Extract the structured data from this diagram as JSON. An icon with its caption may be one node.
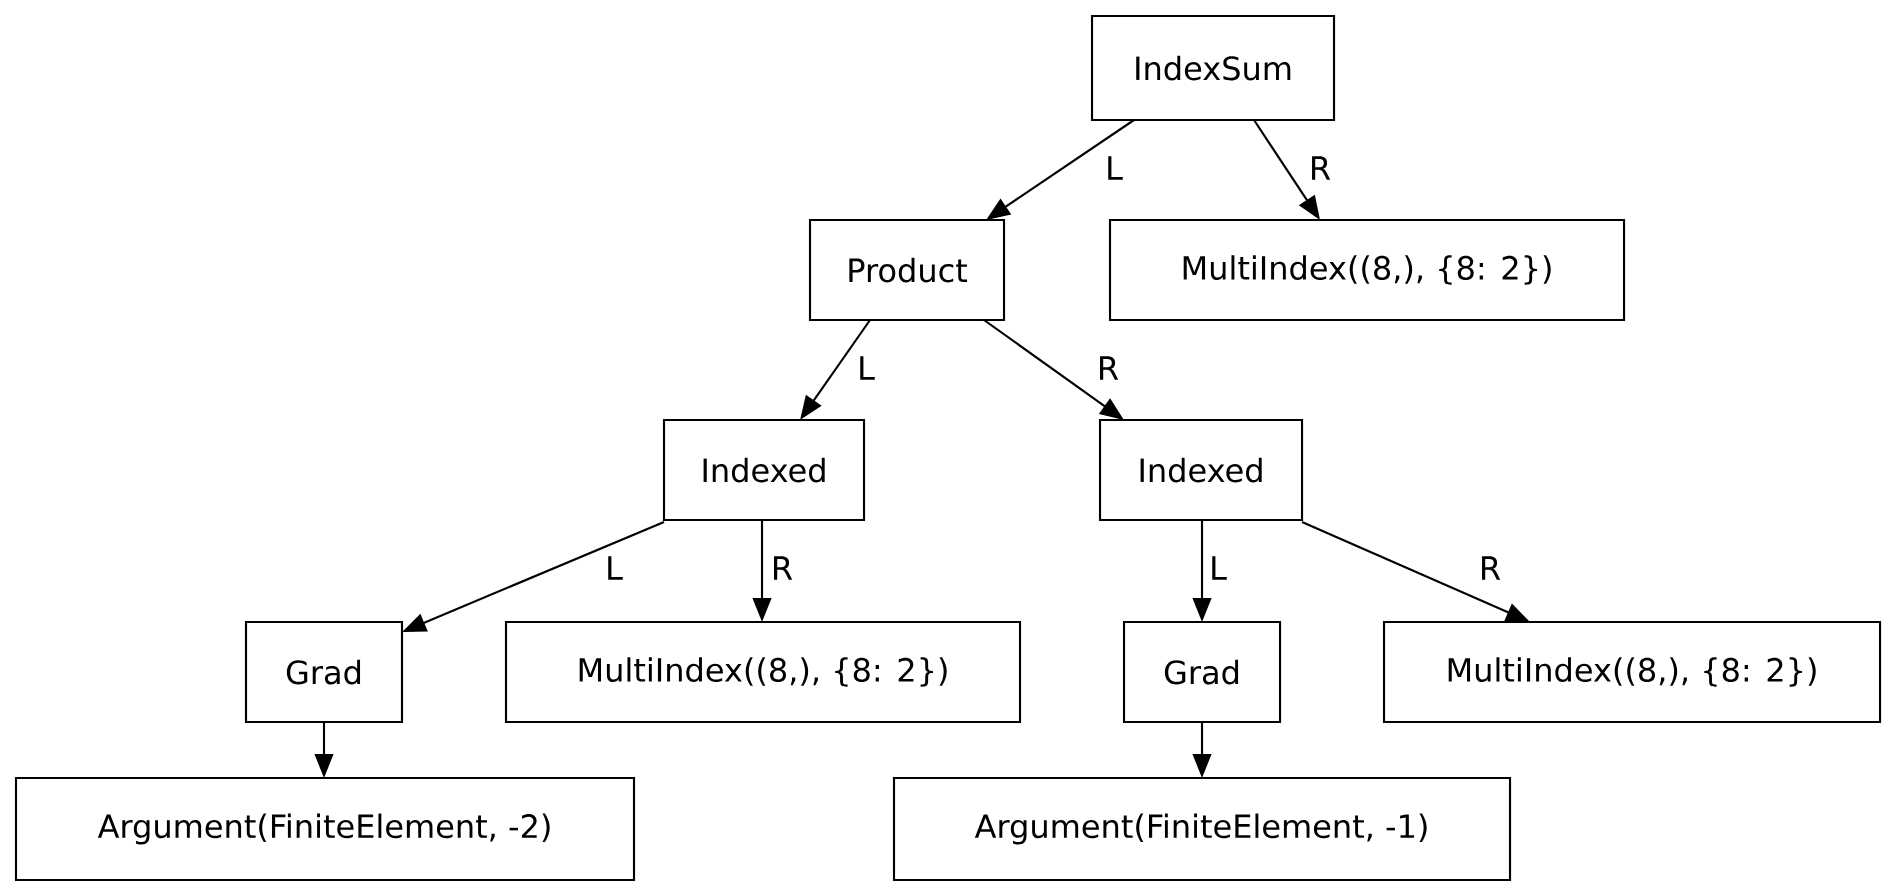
{
  "diagram": {
    "nodes": [
      {
        "text": [
          "IndexSum"
        ]
      },
      {
        "text": [
          "Product"
        ]
      },
      {
        "text": [
          "MultiIndex((8,), {8: 2})"
        ]
      },
      {
        "text": [
          "Indexed"
        ]
      },
      {
        "text": [
          "Indexed"
        ]
      },
      {
        "text": [
          "Grad"
        ]
      },
      {
        "text": [
          "MultiIndex((8,), {8: 2})"
        ]
      },
      {
        "text": [
          "Grad"
        ]
      },
      {
        "text": [
          "MultiIndex((8,), {8: 2})"
        ]
      },
      {
        "text": [
          "Argument(FiniteElement, -2)"
        ]
      },
      {
        "text": [
          "Argument(FiniteElement, -1)"
        ]
      }
    ],
    "edges": [
      {
        "from": 0,
        "to": 1,
        "arrow": "to",
        "label": "L"
      },
      {
        "from": 0,
        "to": 2,
        "arrow": "to",
        "label": "R"
      },
      {
        "from": 1,
        "to": 3,
        "arrow": "to",
        "label": "L"
      },
      {
        "from": 1,
        "to": 4,
        "arrow": "to",
        "label": "R"
      },
      {
        "from": 3,
        "to": 5,
        "arrow": "to",
        "label": "L"
      },
      {
        "from": 3,
        "to": 6,
        "arrow": "to",
        "label": "R"
      },
      {
        "from": 4,
        "to": 7,
        "arrow": "to",
        "label": "L"
      },
      {
        "from": 4,
        "to": 8,
        "arrow": "to",
        "label": "R"
      },
      {
        "from": 5,
        "to": 9,
        "arrow": "to"
      },
      {
        "from": 7,
        "to": 10,
        "arrow": "to"
      }
    ]
  }
}
